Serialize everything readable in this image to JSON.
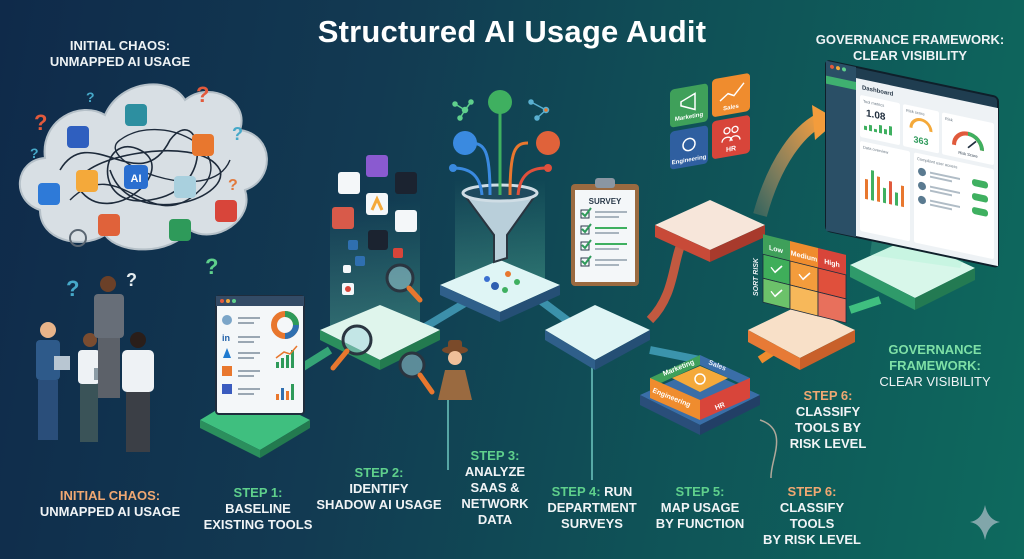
{
  "title": "Structured AI Usage Audit",
  "top_left_header": {
    "line1": "INITIAL CHAOS:",
    "line2": "UNMAPPED AI USAGE"
  },
  "top_right_header": {
    "line1": "GOVERNANCE FRAMEWORK:",
    "line2": "CLEAR VISIBILITY"
  },
  "chaos_cloud": {
    "center_label": "AI",
    "question_mark": "?"
  },
  "step1_panel": {
    "brand_label": "in"
  },
  "survey_clipboard": {
    "label": "SURVEY"
  },
  "departments": {
    "marketing": "Marketing",
    "sales": "Sales",
    "engineering": "Engineering",
    "hr": "HR"
  },
  "risk_matrix": {
    "side_label": "SORT RISK",
    "levels": [
      "Low",
      "Medium",
      "High"
    ],
    "colors": {
      "low": "#3fae5a",
      "medium": "#ef8c2e",
      "high": "#d9473c"
    }
  },
  "dashboard": {
    "heading": "Dashboard",
    "metric1_label": "Tool metrics",
    "metric1_value": "1.08",
    "metric2_label": "Risk score",
    "metric2_value": "363",
    "metric3_label": "Risk",
    "metric3_sub": "Risk Score",
    "chart_label": "Data overview",
    "list_label": "Compliant user access"
  },
  "side_captions": {
    "step6": {
      "step": "STEP 6:",
      "line1": "CLASSIFY",
      "line2": "TOOLS BY",
      "line3": "RISK LEVEL"
    },
    "governance": {
      "line1": "GOVERNANCE",
      "line2": "FRAMEWORK:",
      "line3": "CLEAR VISIBILITY"
    }
  },
  "bottom_captions": [
    {
      "id": "initial",
      "step": "INITIAL CHAOS:",
      "text": [
        "UNMAPPED AI USAGE"
      ]
    },
    {
      "id": "step1",
      "step": "STEP 1:",
      "text": [
        "BASELINE",
        "EXISTING TOOLS"
      ]
    },
    {
      "id": "step2",
      "step": "STEP 2:",
      "text": [
        "IDENTIFY",
        "SHADOW AI USAGE"
      ]
    },
    {
      "id": "step3",
      "step": "STEP 3:",
      "text": [
        "ANALYZE",
        "SAAS &",
        "NETWORK",
        "DATA"
      ]
    },
    {
      "id": "step4",
      "step": "STEP 4:",
      "step_suffix": " RUN",
      "text": [
        "DEPARTMENT",
        "SURVEYS"
      ]
    },
    {
      "id": "step5",
      "step": "STEP 5:",
      "text": [
        "MAP USAGE",
        "BY FUNCTION"
      ]
    },
    {
      "id": "step6",
      "step": "STEP 6:",
      "text": [
        "CLASSIFY TOOLS",
        "BY RISK LEVEL"
      ]
    }
  ],
  "colors": {
    "accent_green": "#5fd08c",
    "accent_orange": "#f0a872",
    "platform_green": "#3fbf7f",
    "platform_blue": "#3f6fa8",
    "platform_orange": "#e77a36"
  }
}
